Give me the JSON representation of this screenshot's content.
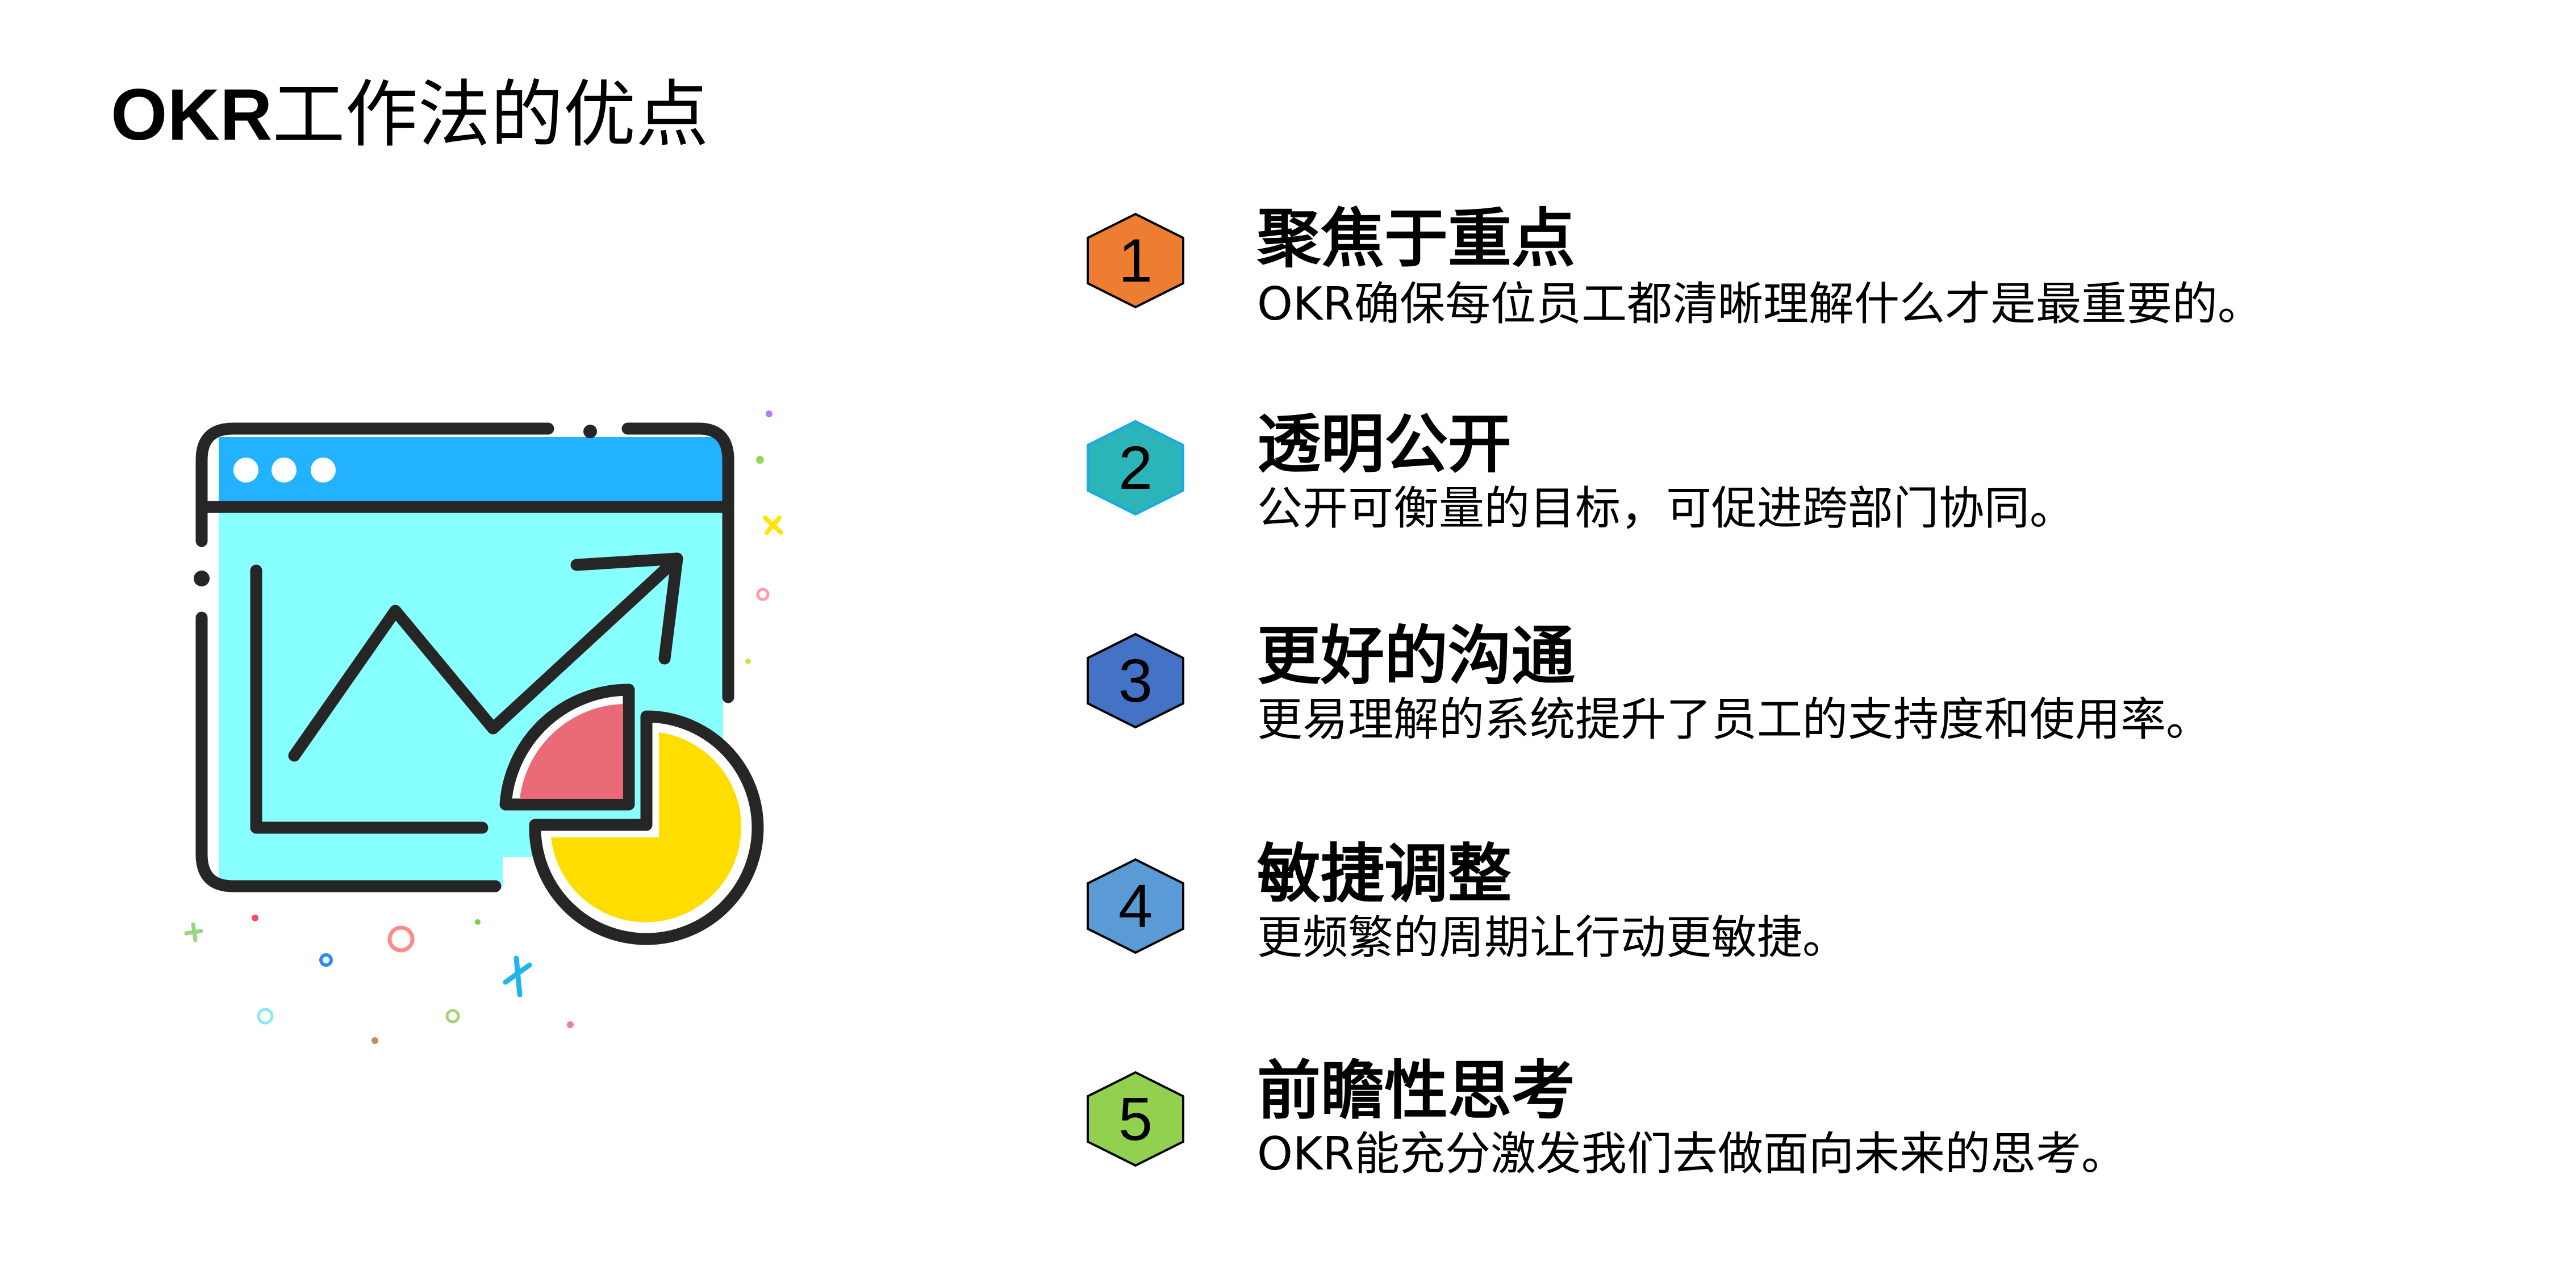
{
  "slide": {
    "title_bold": "OKR",
    "title_rest": "工作法的优点",
    "illustration": "browser-window-with-line-chart-and-pie-chart-icon"
  },
  "items": [
    {
      "number": "1",
      "heading": "聚焦于重点",
      "description": "OKR确保每位员工都清晰理解什么才是最重要的。",
      "color": "#ED7D31",
      "border": "#000000"
    },
    {
      "number": "2",
      "heading": "透明公开",
      "description": "公开可衡量的目标，可促进跨部门协同。",
      "color": "#2BB5B8",
      "border": "#1AA8E8"
    },
    {
      "number": "3",
      "heading": "更好的沟通",
      "description": "更易理解的系统提升了员工的支持度和使用率。",
      "color": "#4472C4",
      "border": "#000000"
    },
    {
      "number": "4",
      "heading": "敏捷调整",
      "description": "更频繁的周期让行动更敏捷。",
      "color": "#5B9BD5",
      "border": "#000000"
    },
    {
      "number": "5",
      "heading": "前瞻性思考",
      "description": "OKR能充分激发我们去做面向未来的思考。",
      "color": "#92D050",
      "border": "#000000"
    }
  ],
  "colors": {
    "window_header": "#22B2FF",
    "window_body": "#88FFFF",
    "pie_small": "#EA6A78",
    "pie_large": "#FFDD00",
    "stroke": "#262626"
  }
}
